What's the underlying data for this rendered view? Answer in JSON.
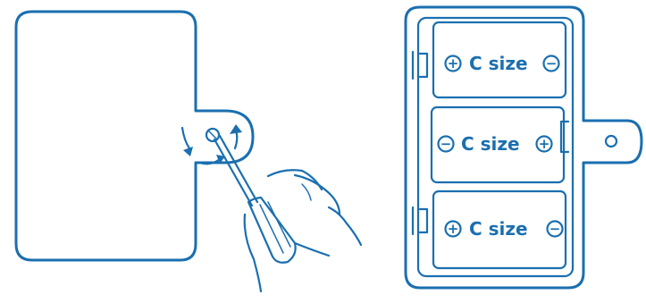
{
  "colors": {
    "ink": "#1a6fb0",
    "background": "#ffffff"
  },
  "battery_compartment": {
    "batteries": [
      {
        "label": "C size",
        "left_terminal": "+",
        "right_terminal": "−"
      },
      {
        "label": "C size",
        "left_terminal": "−",
        "right_terminal": "+"
      },
      {
        "label": "C size",
        "left_terminal": "+",
        "right_terminal": "−"
      }
    ]
  },
  "icons": {
    "screwdriver": "screwdriver-icon",
    "hand": "hand-icon",
    "rotate_arrows": "rotate-arrow-icon",
    "screw": "screw-icon"
  }
}
